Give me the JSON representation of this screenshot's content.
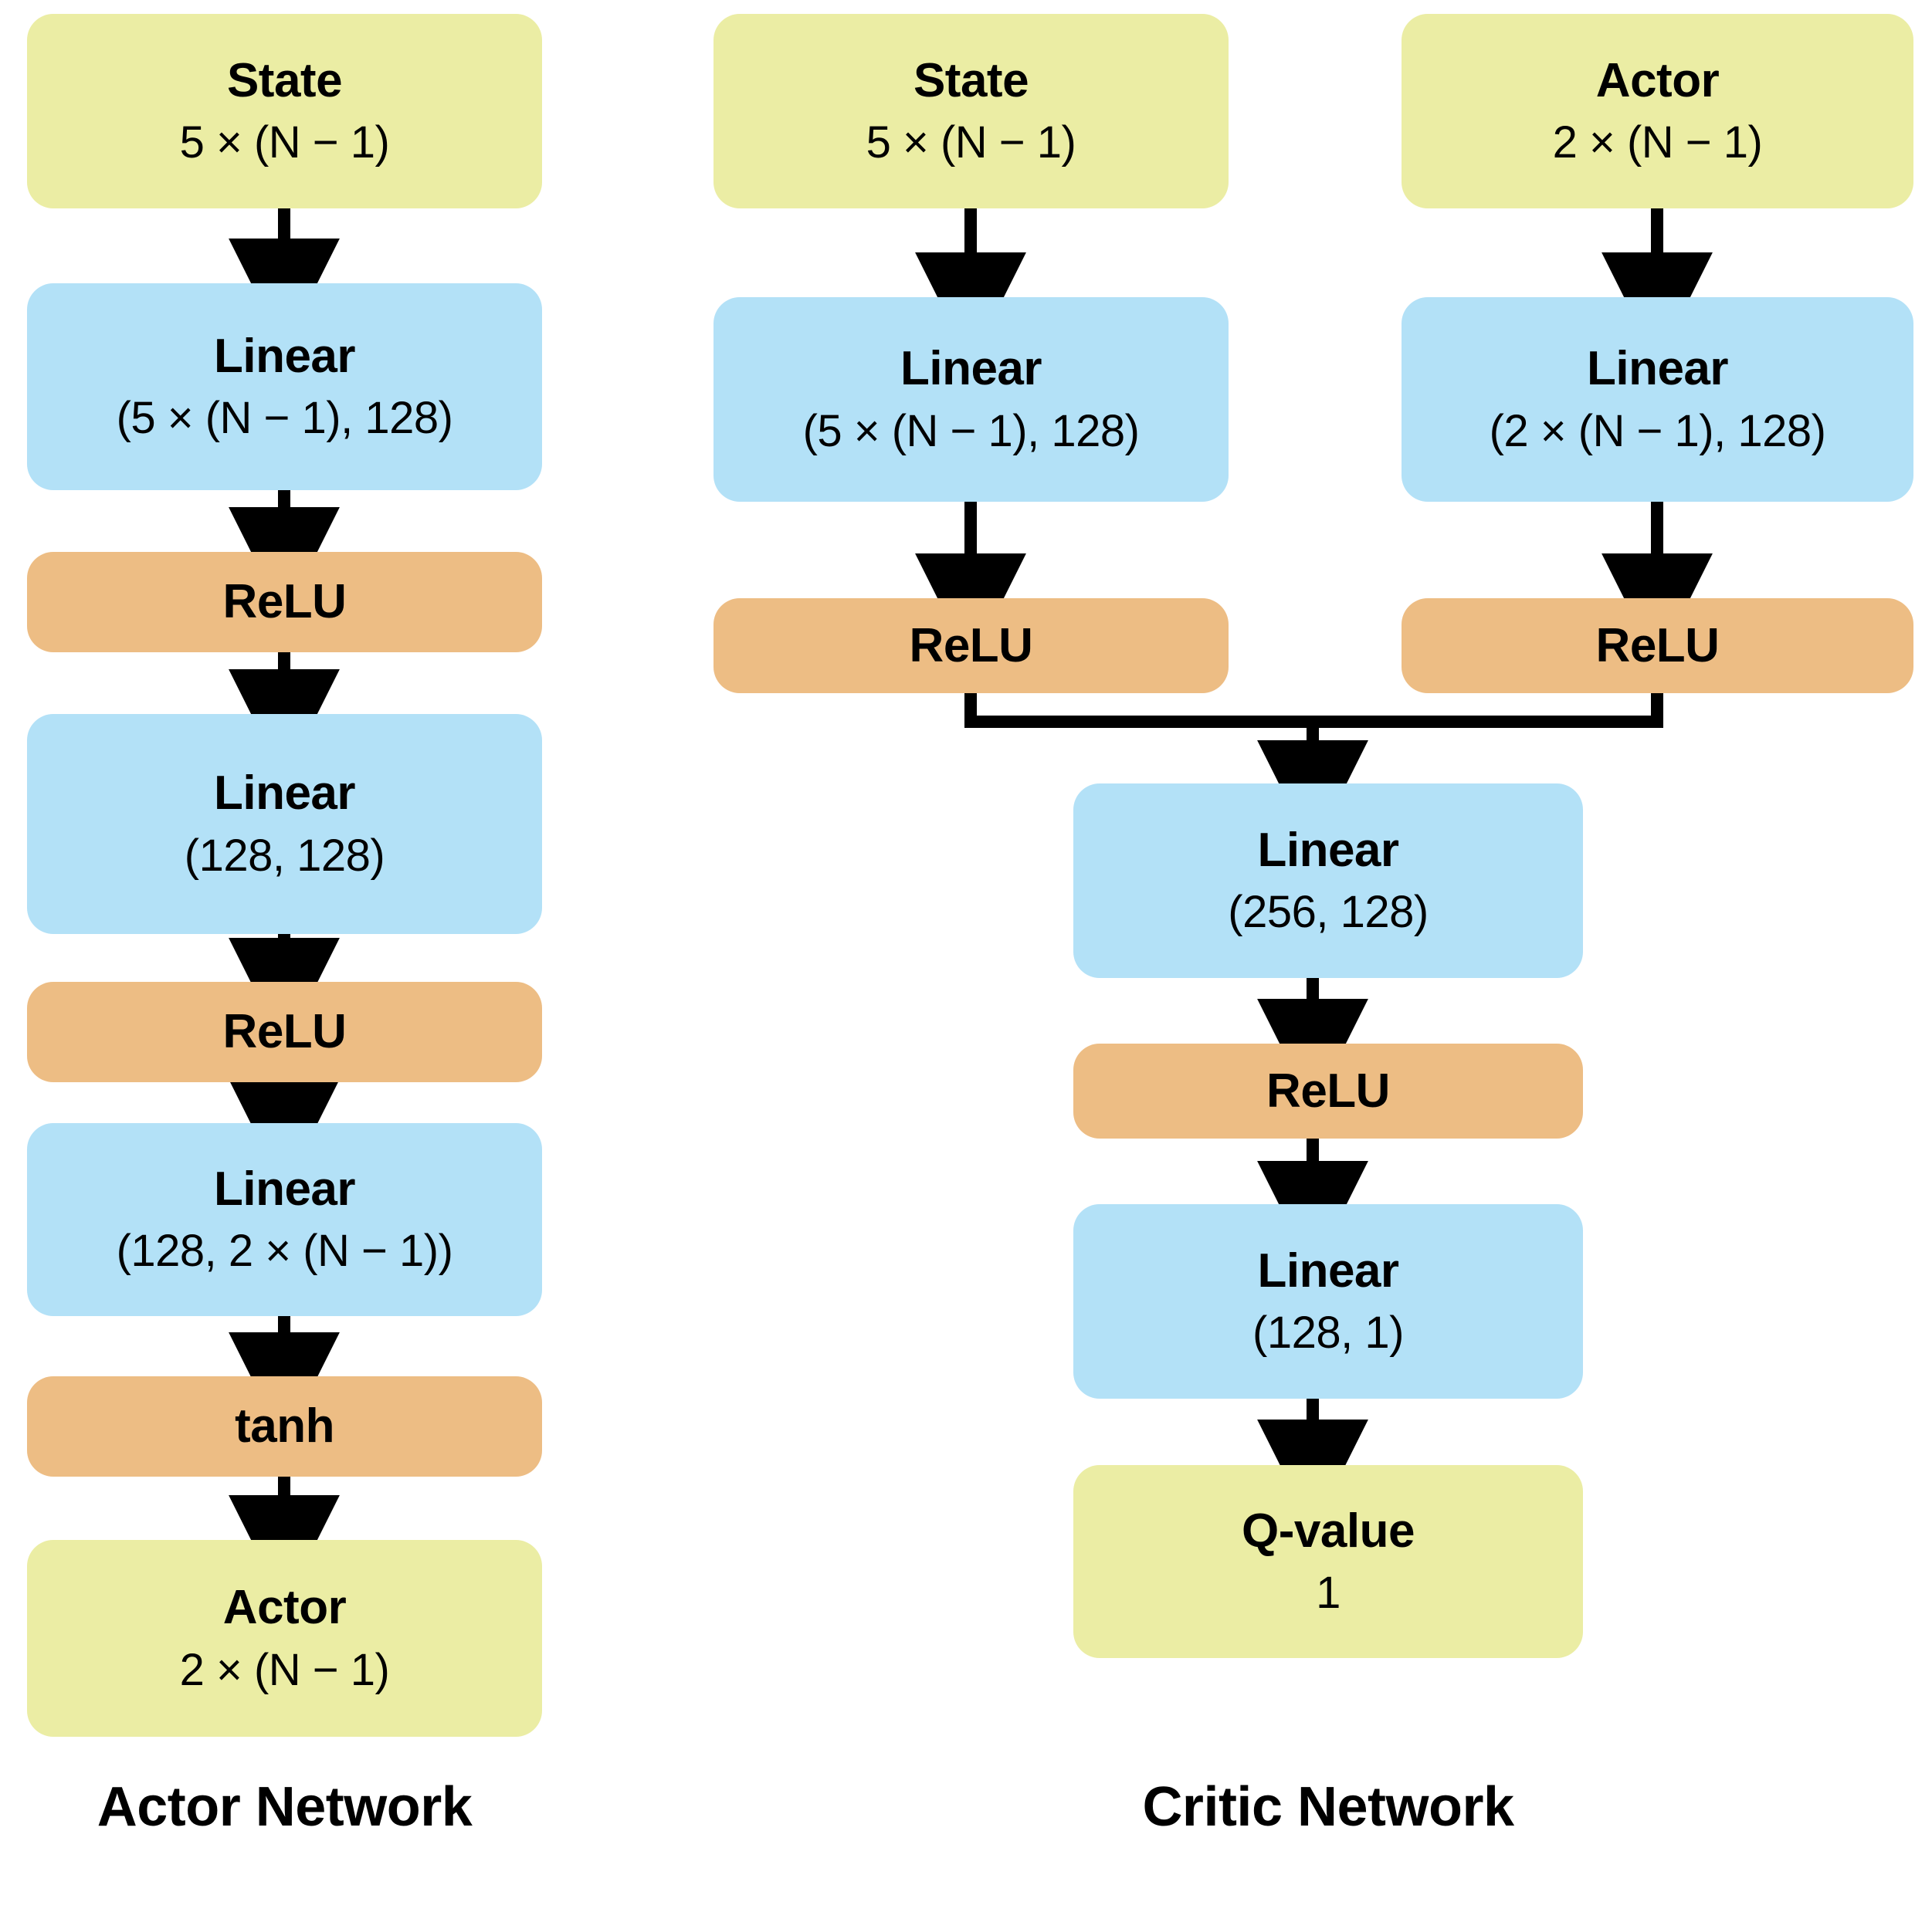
{
  "figure": {
    "title": "",
    "background": "#ffffff",
    "colors": {
      "io_node": "#ebeda4",
      "linear_node": "#b3e1f7",
      "activation_node": "#edbd84",
      "arrow": "#000000",
      "text": "#000000"
    }
  },
  "actor_network": {
    "caption": "Actor Network",
    "nodes": [
      {
        "id": "actor-state",
        "kind": "io",
        "title": "State",
        "subtitle": "5 × (N − 1)"
      },
      {
        "id": "actor-linear-1",
        "kind": "linear",
        "title": "Linear",
        "subtitle": "(5 × (N − 1), 128)"
      },
      {
        "id": "actor-relu-1",
        "kind": "activation",
        "title": "ReLU",
        "subtitle": ""
      },
      {
        "id": "actor-linear-2",
        "kind": "linear",
        "title": "Linear",
        "subtitle": "(128, 128)"
      },
      {
        "id": "actor-relu-2",
        "kind": "activation",
        "title": "ReLU",
        "subtitle": ""
      },
      {
        "id": "actor-linear-3",
        "kind": "linear",
        "title": "Linear",
        "subtitle": "(128, 2 × (N − 1))"
      },
      {
        "id": "actor-tanh",
        "kind": "activation",
        "title": "tanh",
        "subtitle": ""
      },
      {
        "id": "actor-output",
        "kind": "io",
        "title": "Actor",
        "subtitle": "2 × (N − 1)"
      }
    ]
  },
  "critic_network": {
    "caption": "Critic Network",
    "nodes": [
      {
        "id": "critic-state",
        "kind": "io",
        "title": "State",
        "subtitle": "5 × (N − 1)"
      },
      {
        "id": "critic-action",
        "kind": "io",
        "title": "Actor",
        "subtitle": "2 × (N − 1)"
      },
      {
        "id": "critic-state-linear",
        "kind": "linear",
        "title": "Linear",
        "subtitle": "(5 × (N − 1), 128)"
      },
      {
        "id": "critic-action-linear",
        "kind": "linear",
        "title": "Linear",
        "subtitle": "(2 × (N − 1), 128)"
      },
      {
        "id": "critic-state-relu",
        "kind": "activation",
        "title": "ReLU",
        "subtitle": ""
      },
      {
        "id": "critic-action-relu",
        "kind": "activation",
        "title": "ReLU",
        "subtitle": ""
      },
      {
        "id": "critic-linear-merge",
        "kind": "linear",
        "title": "Linear",
        "subtitle": "(256, 128)"
      },
      {
        "id": "critic-relu-merge",
        "kind": "activation",
        "title": "ReLU",
        "subtitle": ""
      },
      {
        "id": "critic-linear-out",
        "kind": "linear",
        "title": "Linear",
        "subtitle": "(128, 1)"
      },
      {
        "id": "critic-output",
        "kind": "io",
        "title": "Q-value",
        "subtitle": "1"
      }
    ]
  }
}
